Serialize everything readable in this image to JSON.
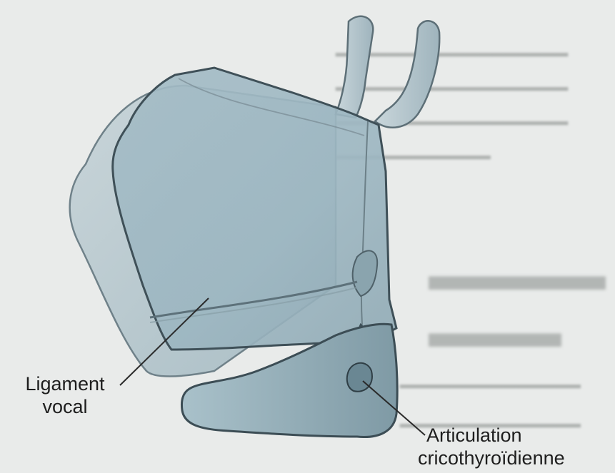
{
  "labels": {
    "ligament_vocal_line1": "Ligament",
    "ligament_vocal_line2": "vocal",
    "articulation_line1": "Articulation",
    "articulation_line2": "cricothyroïdienne"
  },
  "colors": {
    "page_background": "#e9ebea",
    "cartilage_fill": "#a9c0c9",
    "cartilage_stroke": "#4a5b62",
    "label_text": "#1e1e1e"
  }
}
